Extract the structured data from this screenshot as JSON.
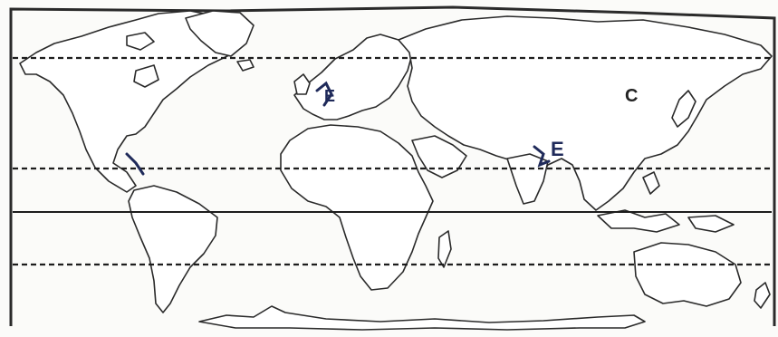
{
  "map": {
    "markers": [
      {
        "id": "A",
        "label": ""
      },
      {
        "id": "B",
        "label": "E"
      },
      {
        "id": "C",
        "label": "E"
      },
      {
        "id": "D",
        "label": "C"
      }
    ]
  }
}
